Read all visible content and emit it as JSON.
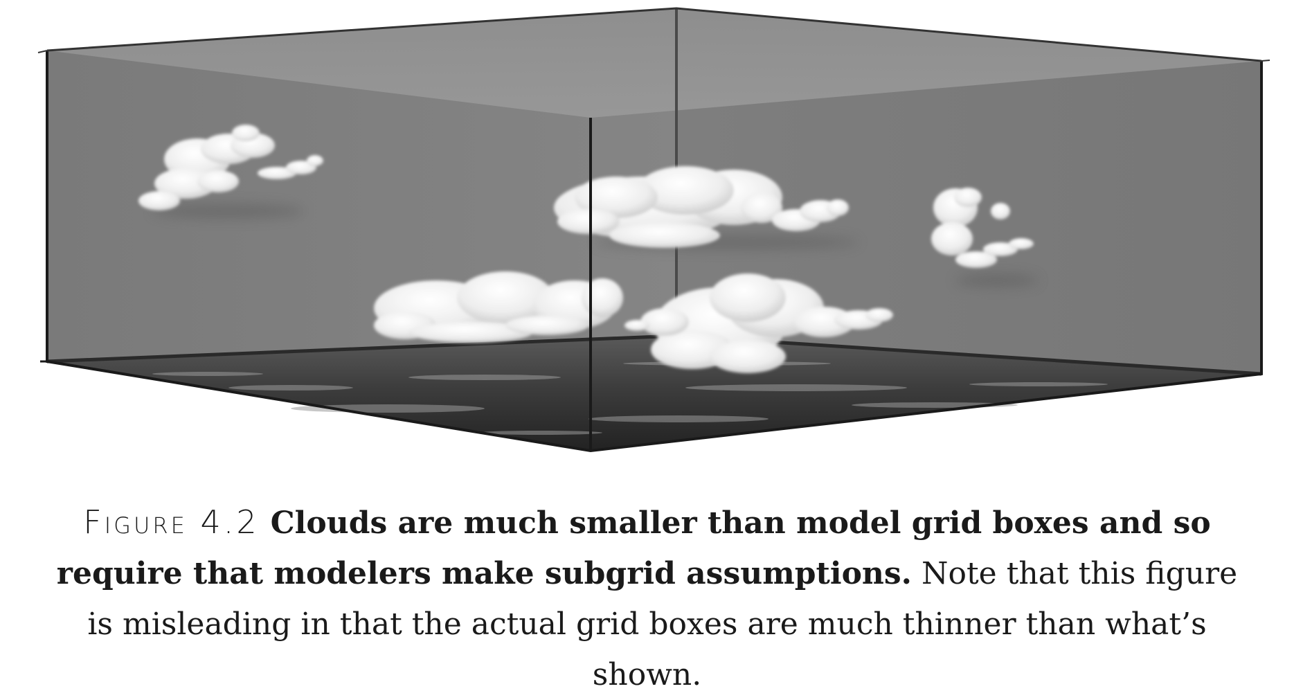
{
  "caption": {
    "label": "Figure 4.2",
    "bold_text": "Clouds are much smaller than model grid boxes and so require that modelers make subgrid assumptions.",
    "normal_text": " Note that this figure is misleading in that the actual grid boxes are much thinner than what’s shown."
  }
}
